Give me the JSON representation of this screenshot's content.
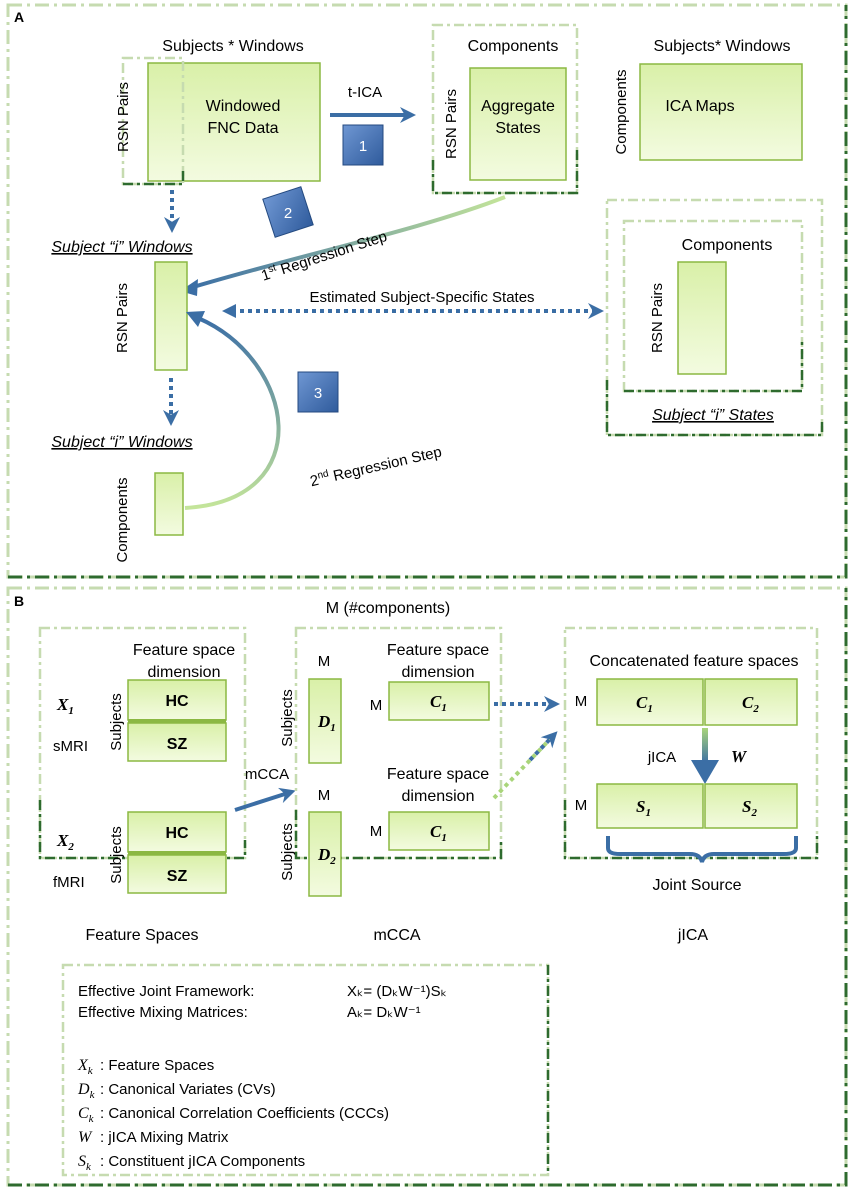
{
  "panelA": {
    "label": "A",
    "subjects_windows": "Subjects * Windows",
    "rsn_pairs": "RSN Pairs",
    "windowed_fnc": [
      "Windowed",
      "FNC Data"
    ],
    "t_ica": "t-ICA",
    "step1": "1",
    "components_top": "Components",
    "aggregate_states": [
      "Aggregate",
      "States"
    ],
    "subjects_windows2": "Subjects* Windows",
    "components_side": "Components",
    "ica_maps": "ICA Maps",
    "step2": "2",
    "regression1": {
      "pre": "1",
      "sup": "st",
      "post": " Regression Step"
    },
    "subject_i_windows": "Subject “i” Windows",
    "estimated_states": "Estimated Subject-Specific States",
    "components_inner": "Components",
    "subject_i_states": "Subject “i” States",
    "step3": "3",
    "regression2": {
      "pre": "2",
      "sup": "nd",
      "post": " Regression Step"
    },
    "subject_i_windows2": "Subject “i” Windows",
    "components_bottom": "Components"
  },
  "panelB": {
    "label": "B",
    "m_components": "M (#components)",
    "feature_space_dim": [
      "Feature space",
      "dimension"
    ],
    "x1": "X",
    "x1_sub": "1",
    "smri": "sMRI",
    "x2": "X",
    "x2_sub": "2",
    "fmri": "fMRI",
    "subjects": "Subjects",
    "hc": "HC",
    "sz": "SZ",
    "mcca_arrow": "mCCA",
    "m": "M",
    "d1": "D",
    "d1_sub": "1",
    "d2": "D",
    "d2_sub": "2",
    "c1": "C",
    "c1_sub": "1",
    "c2": "C",
    "c2_sub": "2",
    "concatenated": "Concatenated feature spaces",
    "jica_arrow": "jICA",
    "w": "W",
    "s1": "S",
    "s1_sub": "1",
    "s2": "S",
    "s2_sub": "2",
    "joint_source": "Joint Source",
    "feature_spaces_caption": "Feature Spaces",
    "mcca_caption": "mCCA",
    "jica_caption": "jICA",
    "framework_label": "Effective Joint Framework:",
    "framework_eq": "Xₖ= (DₖW⁻¹)Sₖ",
    "mixing_label": "Effective Mixing Matrices:",
    "mixing_eq": "Aₖ= DₖW⁻¹",
    "legend": [
      {
        "sym": "X",
        "sub": "k",
        "text": ":  Feature Spaces"
      },
      {
        "sym": "D",
        "sub": "k",
        "text": ":  Canonical Variates (CVs)"
      },
      {
        "sym": "C",
        "sub": "k",
        "text": ":  Canonical Correlation Coefficients (CCCs)"
      },
      {
        "sym": "W",
        "sub": "",
        "text": ":  jICA Mixing Matrix"
      },
      {
        "sym": "S",
        "sub": "k",
        "text": ":  Constituent jICA Components"
      }
    ]
  },
  "colors": {
    "frame": "#2e6b2e",
    "frame_light": "#c6dbb0",
    "box_border": "#8bb842",
    "box_fill": "#e2f5b8",
    "arrow": "#3b6ea5",
    "step_box": "#3d6fb4"
  }
}
